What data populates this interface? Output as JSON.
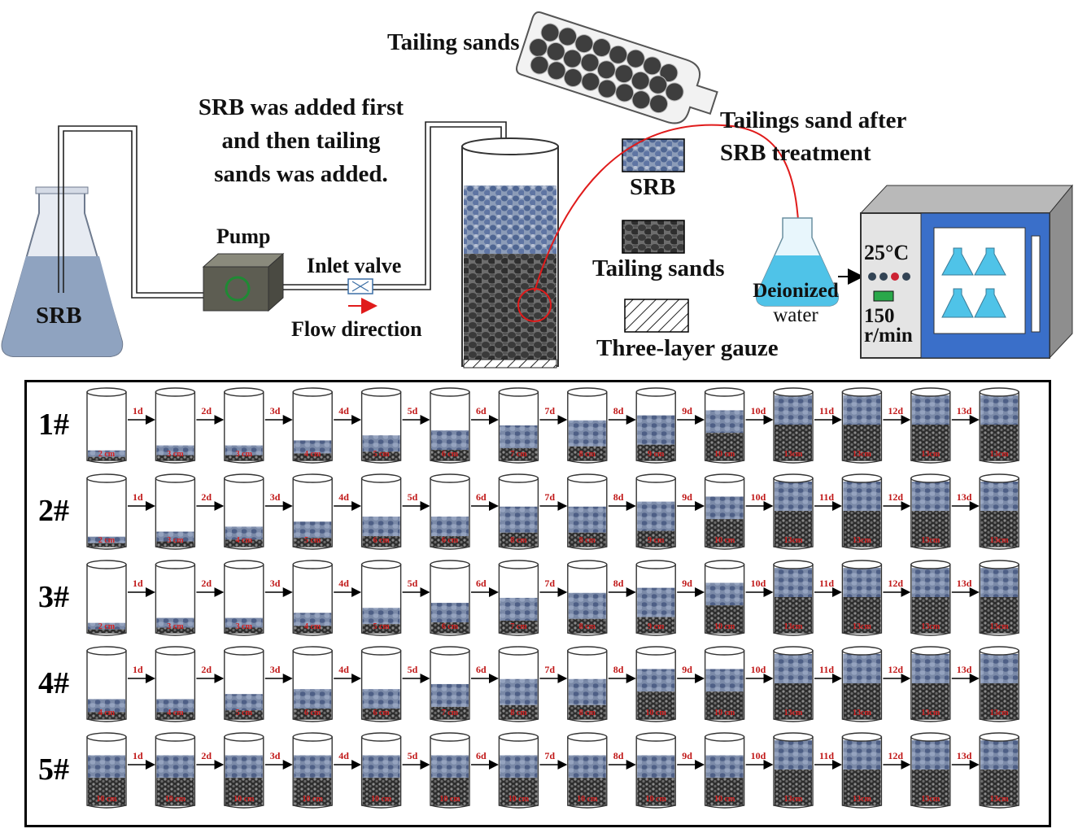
{
  "labels": {
    "tailing_sands_bottle": "Tailing sands",
    "srb_note_line1": "SRB was added first",
    "srb_note_line2": "and then tailing",
    "srb_note_line3": "sands was added.",
    "srb_flask": "SRB",
    "pump": "Pump",
    "inlet_valve": "Inlet valve",
    "flow_direction": "Flow direction",
    "after_treatment_line1": "Tailings sand after",
    "after_treatment_line2": "SRB treatment",
    "legend_srb": "SRB",
    "legend_tailing": "Tailing sands",
    "legend_gauze": "Three-layer gauze",
    "deionized_line1": "Deionized",
    "deionized_line2": "water",
    "temperature": "25°C",
    "speed_line1": "150",
    "speed_line2": "r/min"
  },
  "colors": {
    "srb_liquid": "#8fa3c0",
    "tailing_grain": "#3b3b3b",
    "srb_grain": "#5a6f9a",
    "deionized": "#4fc3e8",
    "incubator_door": "#3a6fc9",
    "arrow_red": "#e01b1b",
    "pump_body": "#5d5d52"
  },
  "grid": {
    "rows": [
      "1#",
      "2#",
      "3#",
      "4#",
      "5#"
    ],
    "day_labels": [
      "1d",
      "2d",
      "3d",
      "4d",
      "5d",
      "6d",
      "7d",
      "8d",
      "9d",
      "10d",
      "11d",
      "12d",
      "13d"
    ],
    "columns_per_row": 14,
    "fill_levels": [
      [
        2,
        3,
        3,
        4,
        5,
        6,
        7,
        8,
        9,
        10,
        13,
        13,
        13,
        13
      ],
      [
        2,
        3,
        4,
        5,
        6,
        6,
        8,
        8,
        9,
        10,
        13,
        13,
        13,
        13
      ],
      [
        2,
        3,
        3,
        4,
        5,
        6,
        7,
        8,
        9,
        10,
        13,
        13,
        13,
        13
      ],
      [
        4,
        4,
        5,
        6,
        6,
        7,
        8,
        8,
        10,
        10,
        13,
        13,
        13,
        13
      ],
      [
        10,
        10,
        10,
        10,
        10,
        10,
        10,
        10,
        10,
        10,
        13,
        13,
        13,
        13
      ]
    ],
    "cylinder_labels": [
      [
        "2 cm",
        "3 cm",
        "3 cm",
        "4 cm",
        "5 cm",
        "6 cm",
        "7 cm",
        "8 cm",
        "9 cm",
        "10 cm",
        "13cm",
        "13cm",
        "13cm",
        "13cm"
      ],
      [
        "2 cm",
        "3 cm",
        "4 cm",
        "5 cm",
        "6 cm",
        "6 cm",
        "8 cm",
        "8 cm",
        "9 cm",
        "10 cm",
        "13cm",
        "13cm",
        "13cm",
        "13cm"
      ],
      [
        "2 cm",
        "3 cm",
        "3 cm",
        "4 cm",
        "5 cm",
        "6 cm",
        "7 cm",
        "8 cm",
        "9 cm",
        "10 cm",
        "13cm",
        "13cm",
        "13cm",
        "13cm"
      ],
      [
        "4 cm",
        "4 cm",
        "5 cm",
        "6 cm",
        "6 cm",
        "7 cm",
        "8 cm",
        "8 cm",
        "10 cm",
        "10 cm",
        "13cm",
        "13cm",
        "13cm",
        "13cm"
      ],
      [
        "10 cm",
        "10 cm",
        "10 cm",
        "10 cm",
        "10 cm",
        "10 cm",
        "10 cm",
        "10 cm",
        "10 cm",
        "10 cm",
        "13cm",
        "13cm",
        "13cm",
        "13cm"
      ]
    ]
  }
}
